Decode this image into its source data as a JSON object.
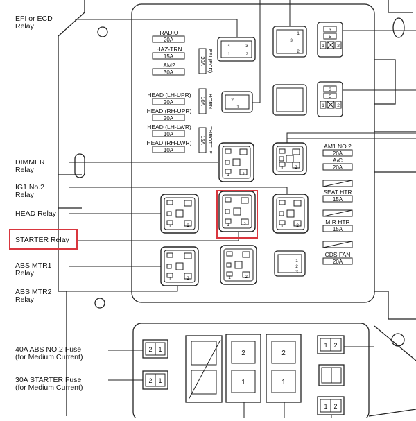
{
  "callouts": {
    "efi": [
      "EFI or ECD",
      "Relay"
    ],
    "dimmer": [
      "DIMMER",
      "Relay"
    ],
    "ig1": [
      "IG1 No.2",
      "Relay"
    ],
    "head": [
      "HEAD Relay"
    ],
    "starter": [
      "STARTER Relay"
    ],
    "absmtr1": [
      "ABS MTR1",
      "Relay"
    ],
    "absmtr2": [
      "ABS MTR2",
      "Relay"
    ],
    "abs_fuse": [
      "40A ABS NO.2 Fuse",
      "(for Medium Current)"
    ],
    "starter_fuse": [
      "30A STARTER Fuse",
      "(for Medium Current)"
    ]
  },
  "fuses_left": [
    {
      "name": "RADIO",
      "amp": "20A"
    },
    {
      "name": "HAZ-TRN",
      "amp": "15A"
    },
    {
      "name": "AM2",
      "amp": "30A"
    },
    {
      "name": "HEAD (LH-UPR)",
      "amp": "20A"
    },
    {
      "name": "HEAD (RH-UPR)",
      "amp": "20A"
    },
    {
      "name": "HEAD (LH-LWR)",
      "amp": "10A"
    },
    {
      "name": "HEAD (RH-LWR)",
      "amp": "10A"
    }
  ],
  "fuses_vertical": [
    {
      "name": "EFI (ECD)",
      "amp": "20A"
    },
    {
      "name": "HORN",
      "amp": "10A"
    },
    {
      "name": "THROTTLE",
      "amp": "15A"
    }
  ],
  "fuses_right": [
    {
      "name": "AM1 NO.2",
      "amp": "20A"
    },
    {
      "name": "A/C",
      "amp": "20A"
    },
    {
      "name": "SEAT HTR",
      "amp": "15A"
    },
    {
      "name": "MIR HTR",
      "amp": "15A"
    },
    {
      "name": "CDS FAN",
      "amp": "20A"
    }
  ],
  "terminals": {
    "t1": "1",
    "t2": "2",
    "t3": "3",
    "t4": "4",
    "t5": "5"
  },
  "highlighted": "STARTER Relay"
}
